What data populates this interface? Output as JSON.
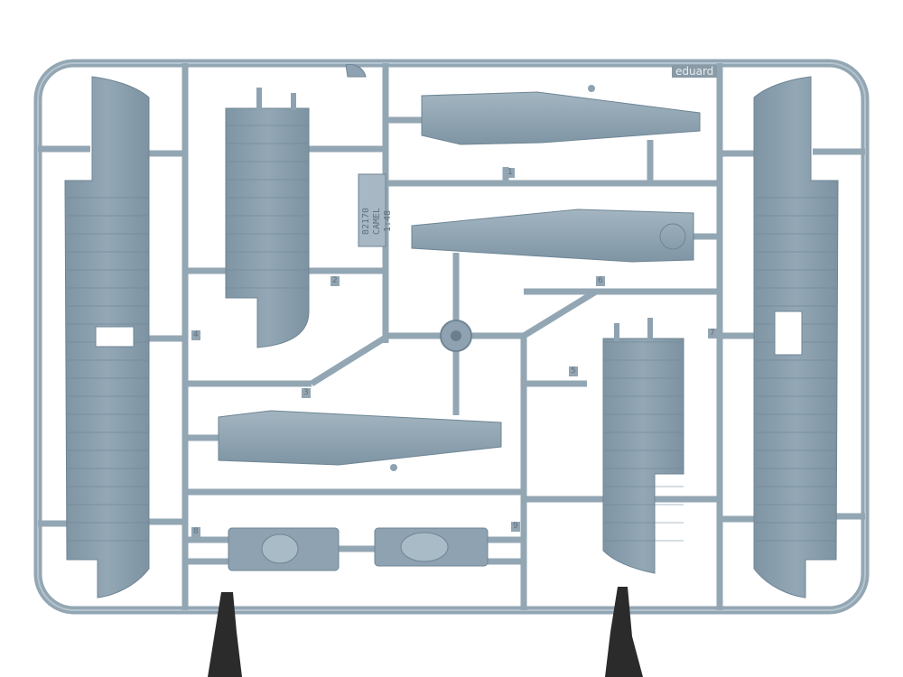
{
  "sprue": {
    "brand": "eduard",
    "kit_code": "82170",
    "kit_name": "CAMEL",
    "kit_suffix": "1:48",
    "part_numbers": [
      "1",
      "2",
      "3",
      "4",
      "5",
      "6",
      "7",
      "8",
      "9"
    ]
  },
  "colors": {
    "plastic": "#8ea2b1",
    "plastic_dark": "#6f8594",
    "plastic_light": "#a9bbc7",
    "frame": "#93a6b3",
    "stand": "#2b2b2b",
    "background": "#ffffff"
  }
}
